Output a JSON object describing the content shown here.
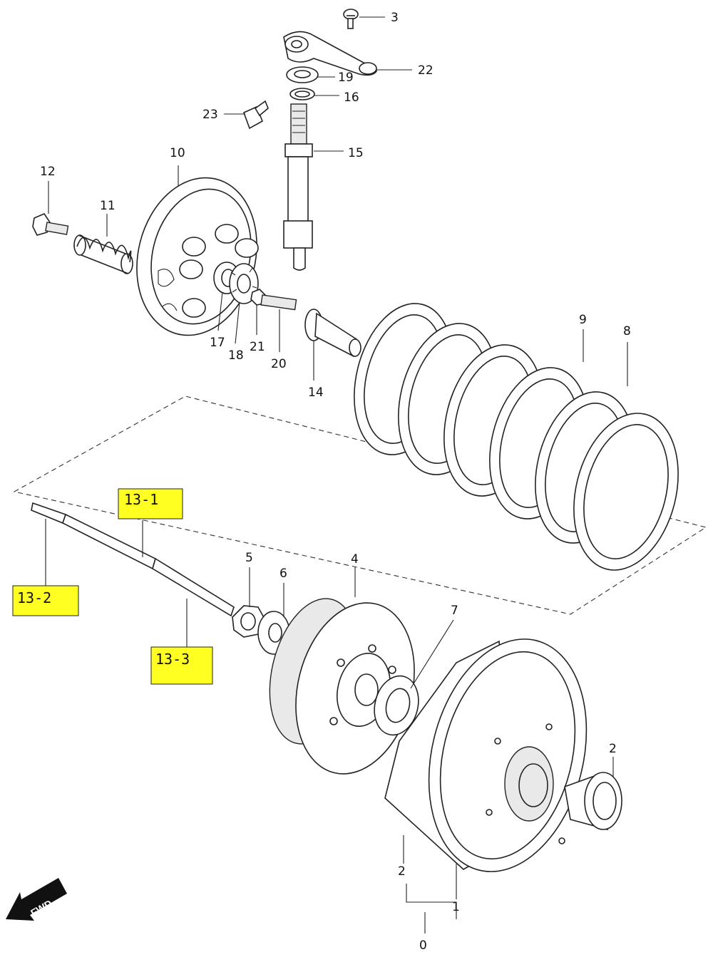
{
  "callouts": {
    "p0": "0",
    "p1": "1",
    "p2a": "2",
    "p2b": "2",
    "p3": "3",
    "p4": "4",
    "p5": "5",
    "p6": "6",
    "p7": "7",
    "p8": "8",
    "p9": "9",
    "p10": "10",
    "p11": "11",
    "p12": "12",
    "p14": "14",
    "p15": "15",
    "p16": "16",
    "p17": "17",
    "p18": "18",
    "p19": "19",
    "p20": "20",
    "p21": "21",
    "p22": "22",
    "p23": "23"
  },
  "highlight_labels": {
    "rod_13_1": "13-1",
    "rod_13_2": "13-2",
    "rod_13_3": "13-3"
  },
  "direction_badge": "FWD",
  "colors": {
    "highlight": "#ffff22",
    "line": "#222222"
  }
}
